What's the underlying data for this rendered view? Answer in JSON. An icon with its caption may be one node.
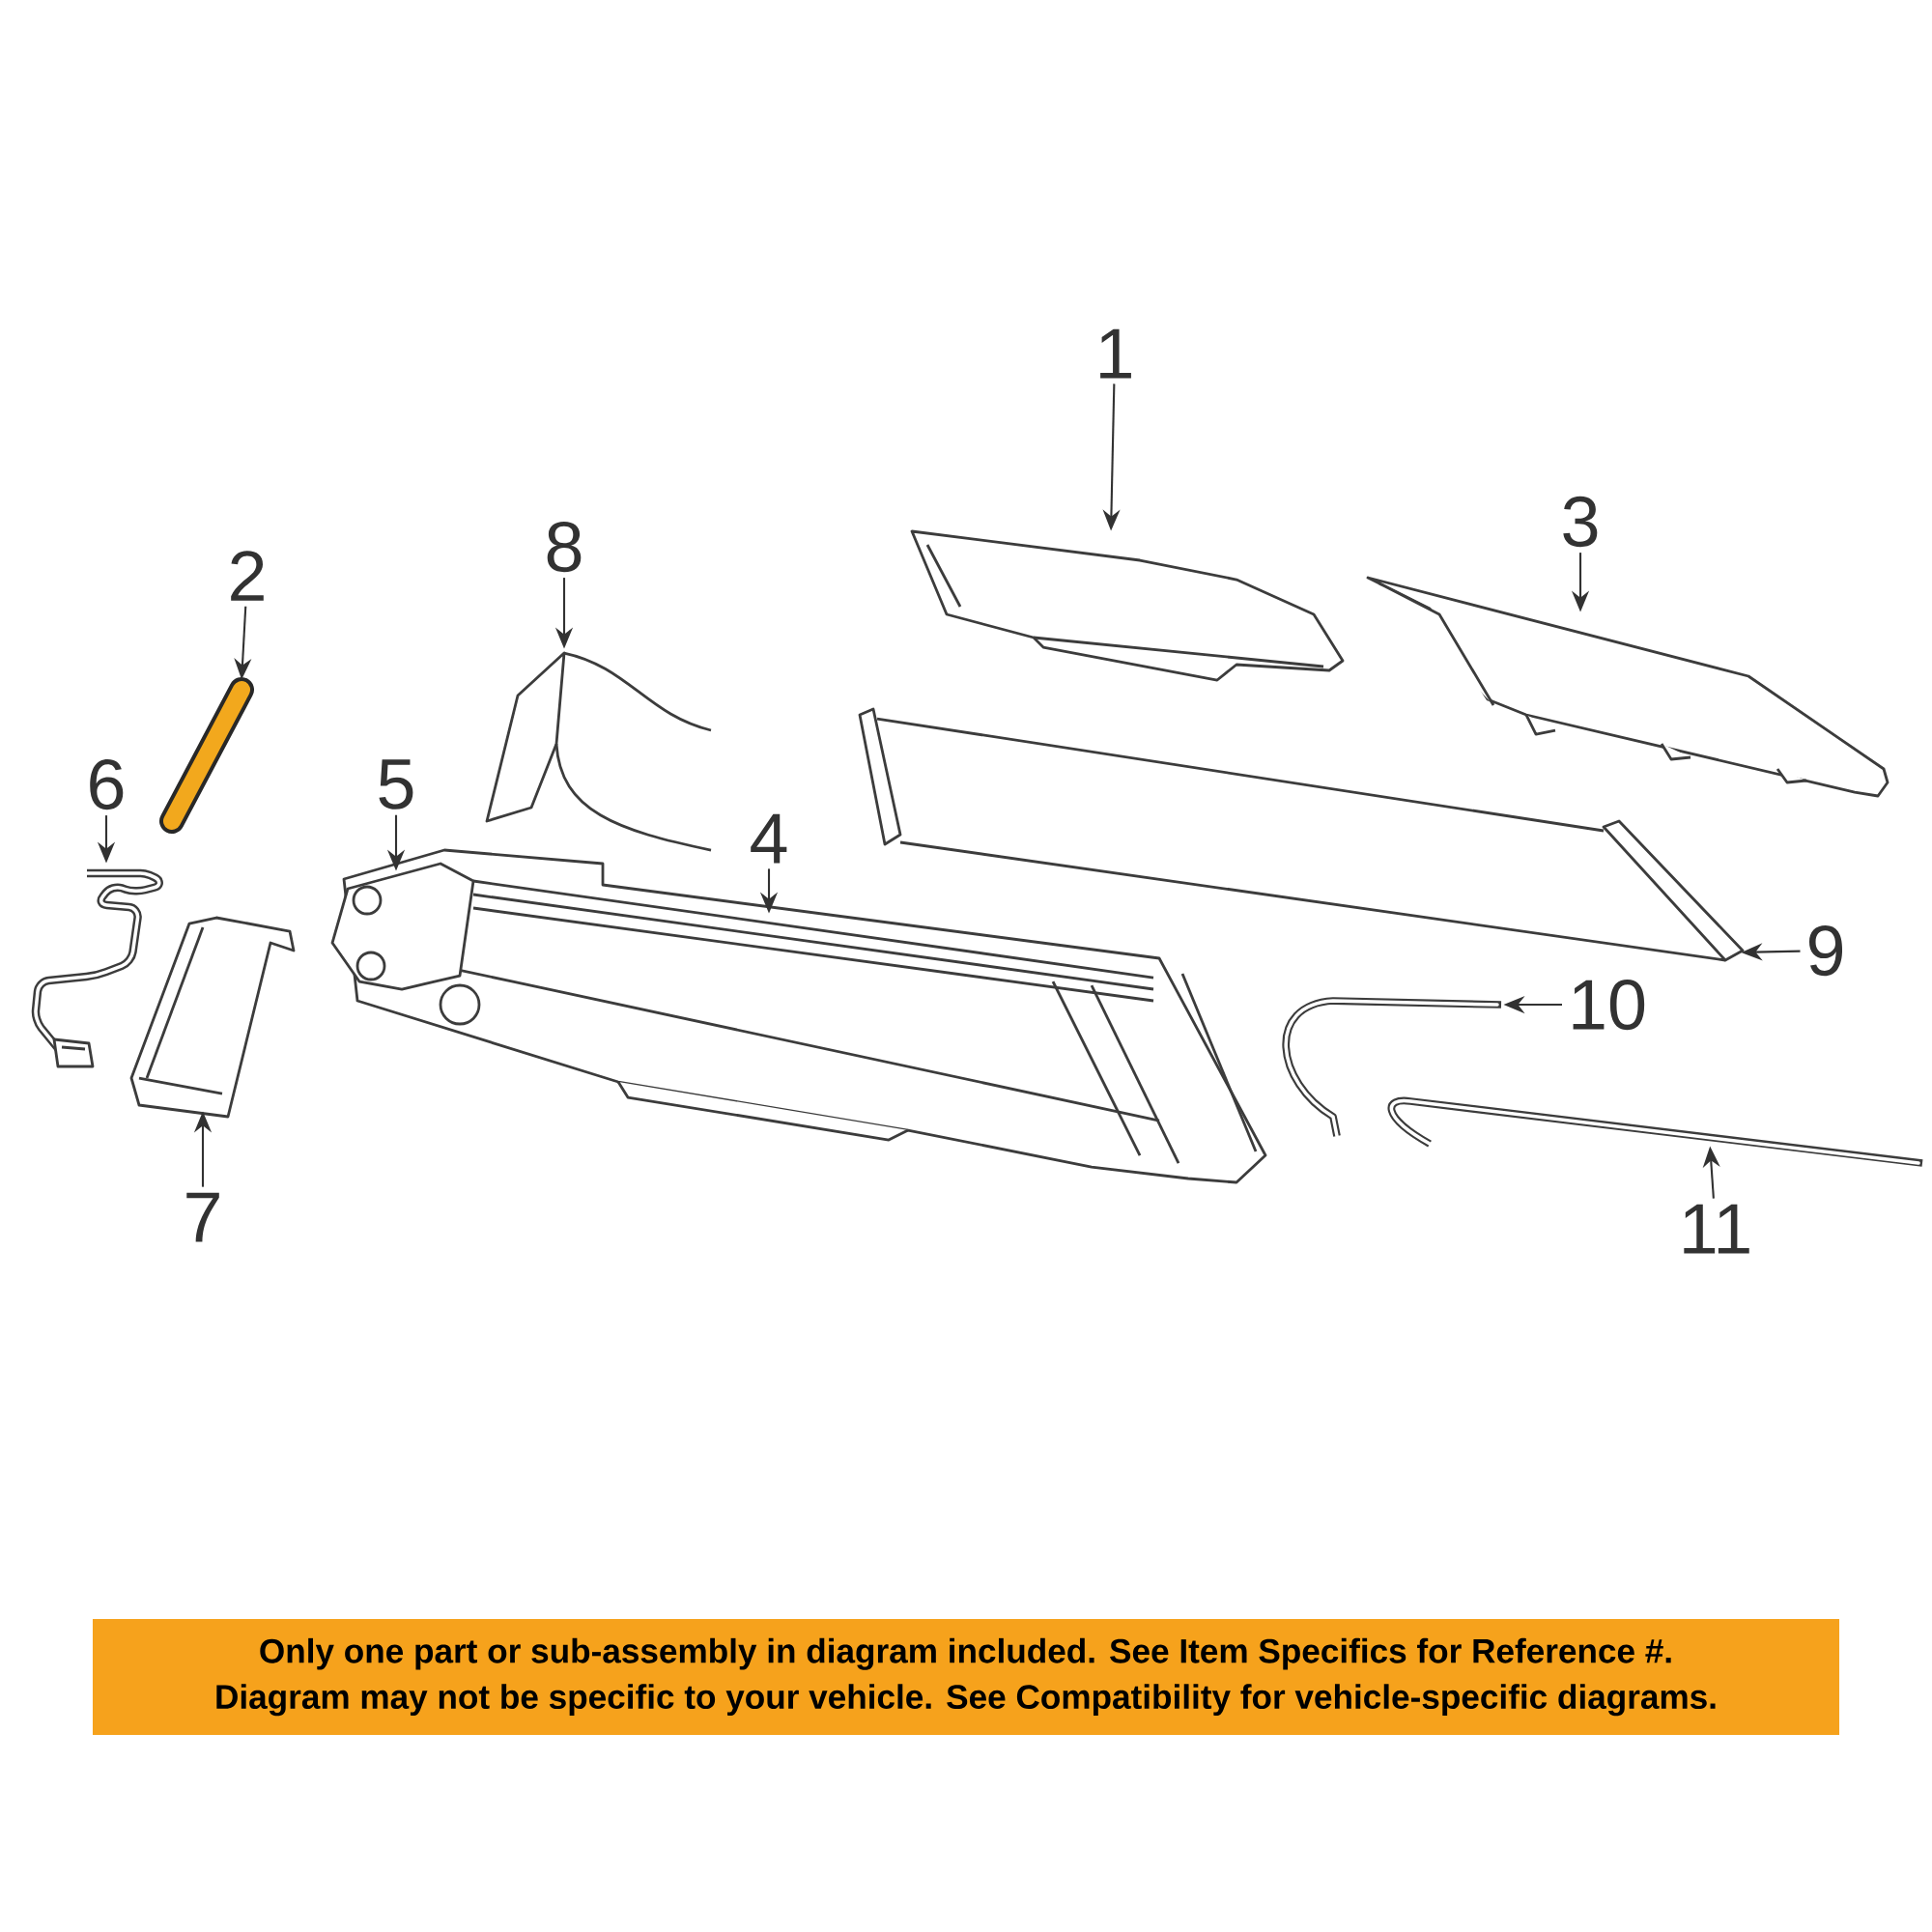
{
  "diagram": {
    "nodes": [
      {
        "text": [
          "1"
        ]
      },
      {
        "text": [
          "2"
        ]
      },
      {
        "text": [
          "3"
        ]
      },
      {
        "text": [
          "4"
        ]
      },
      {
        "text": [
          "5"
        ]
      },
      {
        "text": [
          "6"
        ]
      },
      {
        "text": [
          "7"
        ]
      },
      {
        "text": [
          "8"
        ]
      },
      {
        "text": [
          "9"
        ]
      },
      {
        "text": [
          "10"
        ]
      },
      {
        "text": [
          "11"
        ]
      },
      {
        "text": [],
        "shape": "picture"
      },
      {
        "text": [],
        "shape": "picture"
      },
      {
        "text": [],
        "shape": "picture"
      },
      {
        "text": [],
        "shape": "picture"
      },
      {
        "text": [],
        "shape": "picture"
      },
      {
        "text": [],
        "shape": "picture"
      },
      {
        "text": [],
        "shape": "picture"
      },
      {
        "text": [],
        "shape": "picture"
      },
      {
        "text": [],
        "shape": "picture"
      },
      {
        "text": [],
        "shape": "picture"
      },
      {
        "text": [],
        "shape": "picture"
      },
      {
        "text": [
          "Only one part or sub-assembly in diagram included. See Item Specifics for Reference #.",
          "Diagram may not be specific to your vehicle. See Compatibility for vehicle-specific diagrams."
        ]
      }
    ],
    "edges": [
      {
        "from": 0,
        "to": 11,
        "arrow": "to"
      },
      {
        "from": 1,
        "to": 12,
        "arrow": "to"
      },
      {
        "from": 2,
        "to": 13,
        "arrow": "to"
      },
      {
        "from": 3,
        "to": 14,
        "arrow": "to"
      },
      {
        "from": 4,
        "to": 15,
        "arrow": "to"
      },
      {
        "from": 5,
        "to": 16,
        "arrow": "to"
      },
      {
        "from": 6,
        "to": 17,
        "arrow": "to"
      },
      {
        "from": 7,
        "to": 18,
        "arrow": "to"
      },
      {
        "from": 8,
        "to": 19,
        "arrow": "to"
      },
      {
        "from": 9,
        "to": 20,
        "arrow": "to"
      },
      {
        "from": 10,
        "to": 21,
        "arrow": "to"
      }
    ]
  }
}
